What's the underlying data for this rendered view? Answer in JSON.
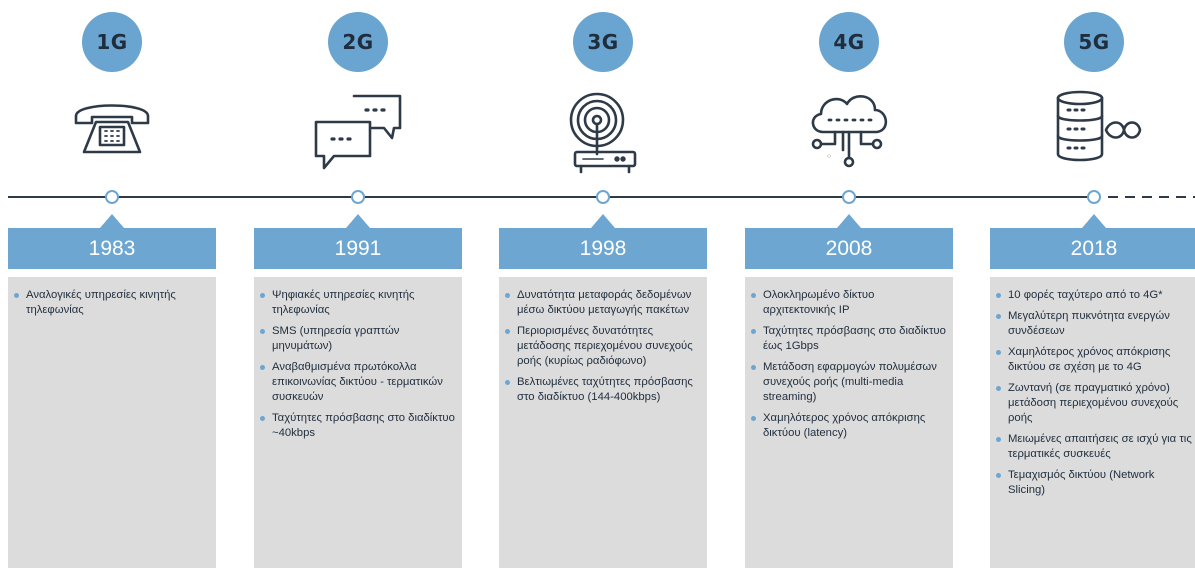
{
  "accent_color": "#6da7d1",
  "line_color": "#2e3a47",
  "generations": [
    {
      "label": "1G",
      "badge_color": "#6aa4d0",
      "icon": "telephone-icon",
      "year": "1983",
      "bullets": [
        "Αναλογικές υπηρεσίες κινητής τηλεφωνίας"
      ]
    },
    {
      "label": "2G",
      "badge_color": "#6aa4d0",
      "icon": "chat-bubbles-icon",
      "year": "1991",
      "bullets": [
        "Ψηφιακές υπηρεσίες κινητής τηλεφωνίας",
        "SMS (υπηρεσία γραπτών μηνυμάτων)",
        "Αναβαθμισμένα πρωτόκολλα επικοινωνίας δικτύου - τερματικών συσκευών",
        "Ταχύτητες πρόσβασης στο διαδίκτυο ~40kbps"
      ]
    },
    {
      "label": "3G",
      "badge_color": "#6aa4d0",
      "icon": "wireless-router-icon",
      "year": "1998",
      "bullets": [
        "Δυνατότητα μεταφοράς δεδομένων μέσω δικτύου μεταγωγής πακέτων",
        "Περιορισμένες δυνατότητες μετάδοσης περιεχομένου συνεχούς ροής (κυρίως ραδιόφωνο)",
        "Βελτιωμένες ταχύτητες πρόσβασης στο διαδίκτυο (144-400kbps)"
      ]
    },
    {
      "label": "4G",
      "badge_color": "#6aa4d0",
      "icon": "cloud-network-icon",
      "year": "2008",
      "bullets": [
        "Ολοκληρωμένο δίκτυο αρχιτεκτονικής IP",
        "Ταχύτητες πρόσβασης στο διαδίκτυο έως 1Gbps",
        "Μετάδοση εφαρμογών πολυμέσων συνεχούς ροής (multi-media streaming)",
        "Χαμηλότερος χρόνος απόκρισης δικτύου (latency)"
      ]
    },
    {
      "label": "5G",
      "badge_color": "#6aa4d0",
      "icon": "database-infinity-icon",
      "year": "2018",
      "bullets": [
        "10 φορές ταχύτερο από το 4G*",
        "Μεγαλύτερη πυκνότητα ενεργών συνδέσεων",
        "Χαμηλότερος χρόνος απόκρισης δικτύου σε σχέση με το 4G",
        "Ζωντανή (σε πραγματικό χρόνο) μετάδοση περιεχομένου συνεχούς ροής",
        "Μειωμένες απαιτήσεις σε ισχύ για τις τερματικές συσκευές",
        "Τεμαχισμός δικτύου (Network Slicing)"
      ]
    }
  ]
}
